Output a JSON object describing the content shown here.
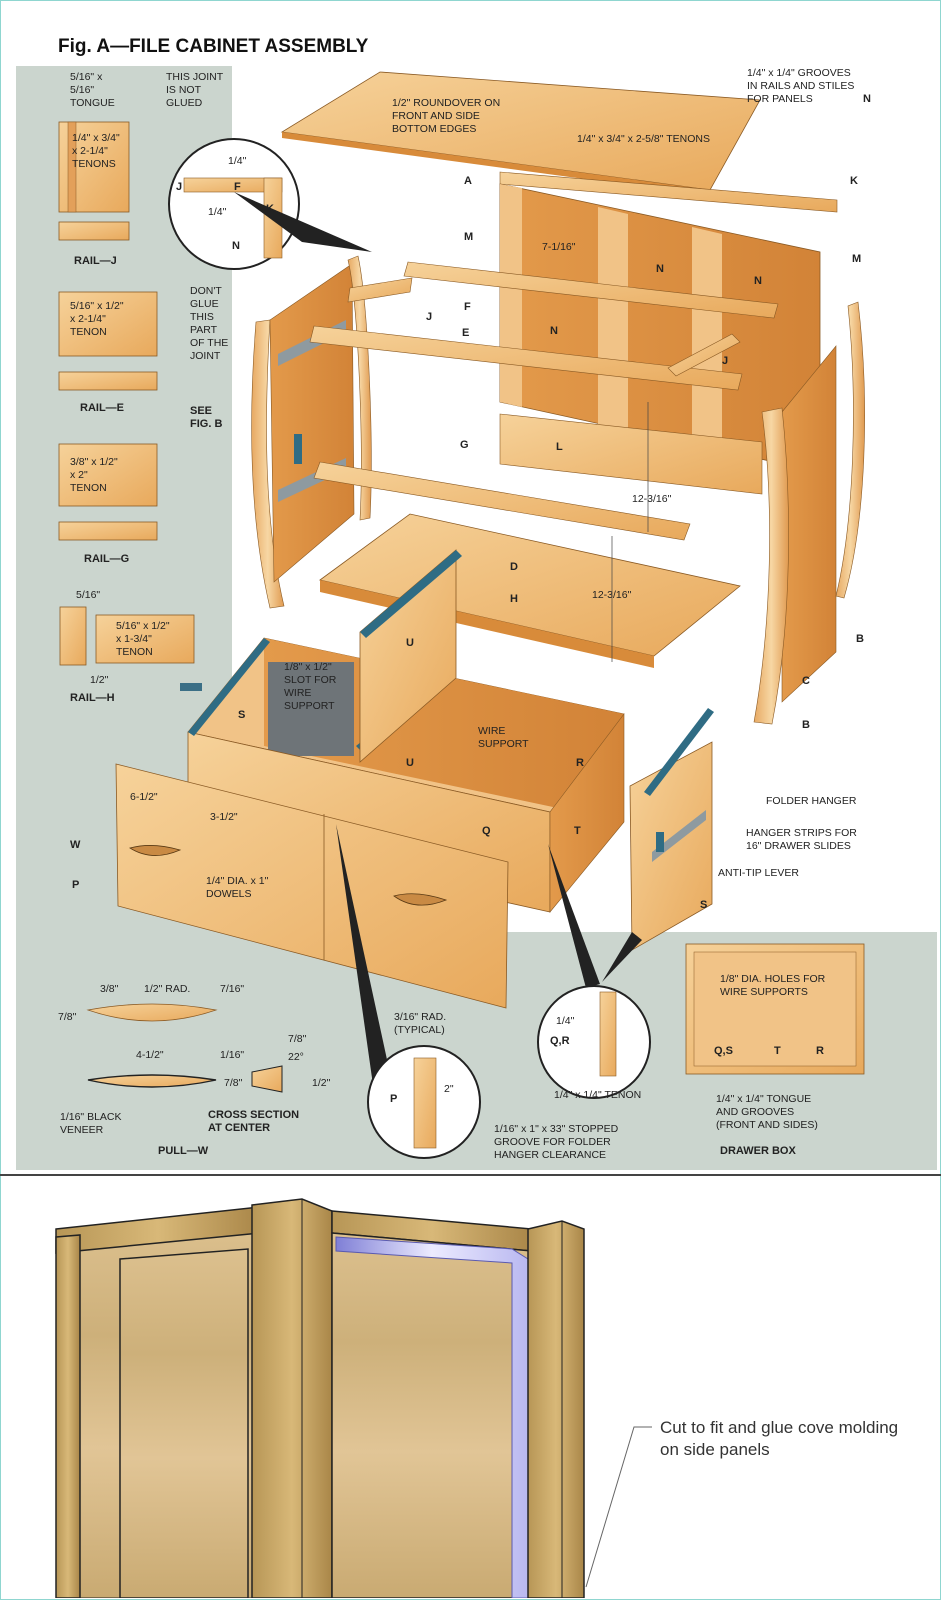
{
  "title": "Fig. A—FILE CABINET ASSEMBLY",
  "colors": {
    "gray_panel": "#cbd5ce",
    "wood_light": "#f3c98c",
    "wood_mid": "#e9a85a",
    "wood_dark": "#d88b3a",
    "steel": "#2f6c84",
    "frame": "#8fd6d0"
  },
  "left_details": [
    {
      "id": "rail-j",
      "notes": [
        "5/16\" x",
        "5/16\"",
        "TONGUE",
        "1/4\" x 3/4\"",
        "x  2-1/4\"",
        "TENONS"
      ],
      "caption": "RAIL—J"
    },
    {
      "id": "rail-e",
      "notes": [
        "5/16\" x 1/2\"",
        "x  2-1/4\"",
        "TENON"
      ],
      "caption": "RAIL—E"
    },
    {
      "id": "rail-g",
      "notes": [
        "3/8\" x 1/2\"",
        "x  2\"",
        "TENON"
      ],
      "caption": "RAIL—G"
    },
    {
      "id": "rail-h",
      "notes": [
        "5/16\"",
        "5/16\" x 1/2\"",
        "x  1-3/4\"",
        "TENON",
        "1/2\""
      ],
      "caption": "RAIL—H"
    }
  ],
  "joint_callout": {
    "title": [
      "THIS JOINT",
      "IS NOT",
      "GLUED"
    ],
    "dims": [
      "1/4\"",
      "1/4\""
    ],
    "letters": [
      "J",
      "F",
      "K",
      "N"
    ],
    "dont_glue": [
      "DON'T",
      "GLUE",
      "THIS",
      "PART",
      "OF THE",
      "JOINT"
    ],
    "see_fig": [
      "SEE",
      "FIG. B"
    ]
  },
  "part_letters": [
    "A",
    "M",
    "K",
    "N",
    "N",
    "N",
    "M",
    "F",
    "J",
    "E",
    "J",
    "L",
    "G",
    "D",
    "H",
    "B",
    "C",
    "B",
    "U",
    "S",
    "U",
    "R",
    "Q",
    "T",
    "S",
    "W",
    "P"
  ],
  "notes": {
    "roundover": [
      "1/2\" ROUNDOVER ON",
      "FRONT AND SIDE",
      "BOTTOM EDGES"
    ],
    "grooves": [
      "1/4\" x 1/4\" GROOVES",
      "IN RAILS AND STILES",
      "FOR PANELS"
    ],
    "grooves_bold": "N",
    "tenons_top": "1/4\" x 3/4\" x 2-5/8\" TENONS",
    "dim_7_1_16": "7-1/16\"",
    "dim_12_3_16_a": "12-3/16\"",
    "dim_12_3_16_b": "12-3/16\"",
    "slot": [
      "1/8\" x 1/2\"",
      "SLOT FOR",
      "WIRE",
      "SUPPORT"
    ],
    "wire_support": [
      "WIRE",
      "SUPPORT"
    ],
    "folder_hanger": "FOLDER HANGER",
    "hanger_strips": [
      "HANGER STRIPS FOR",
      "16\" DRAWER SLIDES"
    ],
    "anti_tip": "ANTI-TIP LEVER",
    "dim_6_1_2": "6-1/2\"",
    "dim_3_1_2": "3-1/2\"",
    "dowels": [
      "1/4\" DIA. x 1\"",
      "DOWELS"
    ]
  },
  "pull_detail": {
    "dims": [
      "3/8\"",
      "1/2\" RAD.",
      "7/16\"",
      "7/8\"",
      "4-1/2\"",
      "1/16\"",
      "7/8\"",
      "22°",
      "7/8\"",
      "1/2\""
    ],
    "veneer": [
      "1/16\" BLACK",
      "VENEER"
    ],
    "cross_section": [
      "CROSS SECTION",
      "AT CENTER"
    ],
    "caption": "PULL—W"
  },
  "groove_detail": {
    "rad": [
      "3/16\" RAD.",
      "(TYPICAL)"
    ],
    "letter": "P",
    "dim": "2\"",
    "note": [
      "1/16\" x 1\" x 33\" STOPPED",
      "GROOVE FOR FOLDER",
      "HANGER CLEARANCE"
    ]
  },
  "tenon_detail": {
    "dim": "1/4\"",
    "letters": "Q,R",
    "note": "1/4\" x 1/4\" TENON"
  },
  "drawer_box": {
    "holes": [
      "1/8\" DIA. HOLES FOR",
      "WIRE SUPPORTS"
    ],
    "letters": [
      "Q,S",
      "T",
      "R"
    ],
    "tongue": [
      "1/4\" x 1/4\" TONGUE",
      "AND GROOVES",
      "(FRONT AND SIDES)"
    ],
    "caption": "DRAWER BOX"
  },
  "render_note": [
    "Cut to fit and glue cove molding",
    "on side panels"
  ]
}
